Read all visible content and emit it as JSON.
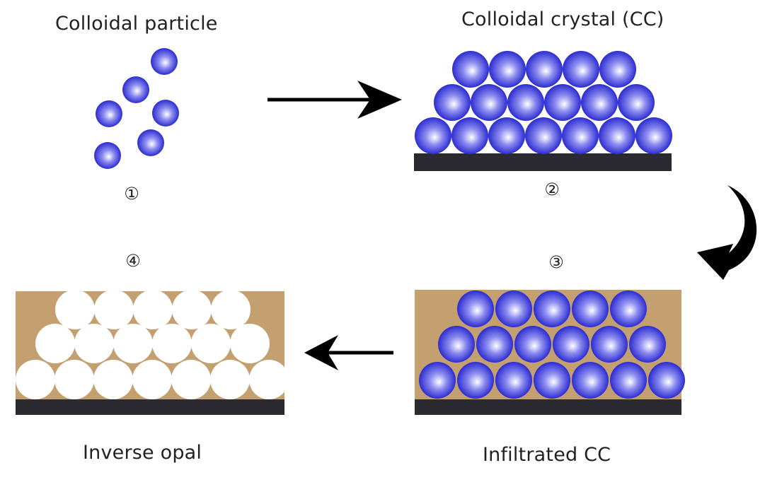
{
  "stages": [
    {
      "id": "colloidal-particle",
      "title": "Colloidal particle",
      "step": "①"
    },
    {
      "id": "colloidal-crystal",
      "title": "Colloidal crystal (CC)",
      "step": "②"
    },
    {
      "id": "infiltrated-cc",
      "title": "Infiltrated CC",
      "step": "③"
    },
    {
      "id": "inverse-opal",
      "title": "Inverse opal",
      "step": "④"
    }
  ],
  "colors": {
    "sphere_blue": "#3b3bd6",
    "sphere_highlight": "#ffffff",
    "substrate": "#2a2a30",
    "infill": "#c4a070",
    "void": "#ffffff",
    "arrow": "#000000"
  }
}
